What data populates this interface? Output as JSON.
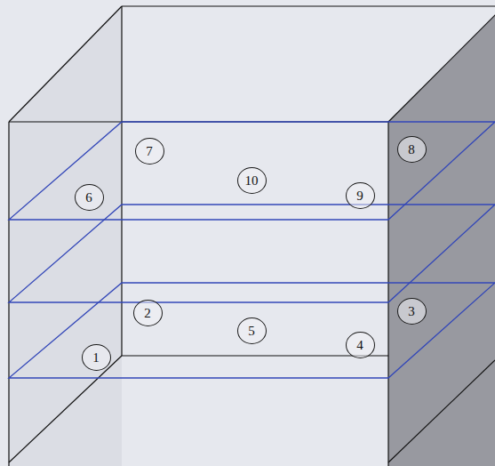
{
  "diagram": {
    "nodes": [
      {
        "text": [
          "7"
        ]
      },
      {
        "text": [
          "8"
        ]
      },
      {
        "text": [
          "10"
        ]
      },
      {
        "text": [
          "6"
        ]
      },
      {
        "text": [
          "9"
        ]
      },
      {
        "text": [
          "2"
        ]
      },
      {
        "text": [
          "3"
        ]
      },
      {
        "text": [
          "5"
        ]
      },
      {
        "text": [
          "4"
        ]
      },
      {
        "text": [
          "1"
        ]
      }
    ]
  }
}
